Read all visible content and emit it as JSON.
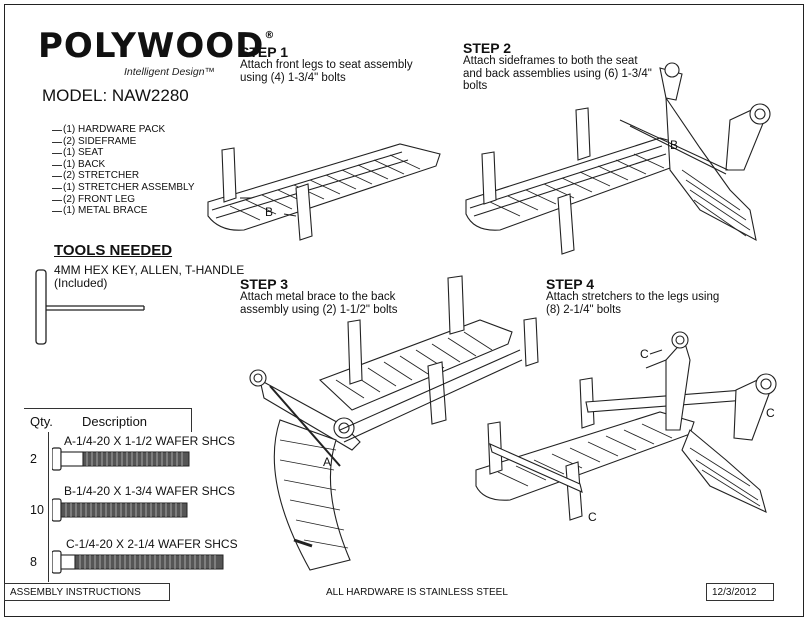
{
  "brand": {
    "name": "POLYWOOD",
    "registered": "®",
    "tagline": "Intelligent Design™"
  },
  "model": "MODEL: NAW2280",
  "parts": [
    "(1) HARDWARE PACK",
    "(2) SIDEFRAME",
    "(1) SEAT",
    "(1) BACK",
    "(2) STRETCHER",
    "(1) STRETCHER ASSEMBLY",
    "(2) FRONT LEG",
    "(1) METAL BRACE"
  ],
  "tools": {
    "title": "TOOLS NEEDED",
    "line1": "4MM HEX KEY, ALLEN, T-HANDLE",
    "line2": "(Included)"
  },
  "steps": [
    {
      "title": "STEP 1",
      "desc": "Attach front legs to seat assembly using (4) 1-3/4\" bolts",
      "callouts": [
        "B"
      ]
    },
    {
      "title": "STEP 2",
      "desc": "Attach sideframes to both the seat and back assemblies using (6) 1-3/4\" bolts",
      "callouts": [
        "B"
      ]
    },
    {
      "title": "STEP 3",
      "desc": "Attach metal brace to the back assembly using (2) 1-1/2\" bolts",
      "callouts": [
        "A"
      ]
    },
    {
      "title": "STEP 4",
      "desc": "Attach stretchers to the legs using (8) 2-1/4\" bolts",
      "callouts": [
        "C",
        "C",
        "C"
      ]
    }
  ],
  "hardware": {
    "qty_header": "Qty.",
    "desc_header": "Description",
    "items": [
      {
        "qty": "2",
        "label": "A-1/4-20 X 1-1/2 WAFER SHCS"
      },
      {
        "qty": "10",
        "label": "B-1/4-20 X 1-3/4 WAFER SHCS"
      },
      {
        "qty": "8",
        "label": "C-1/4-20 X 2-1/4 WAFER SHCS"
      }
    ]
  },
  "footer": {
    "left": "ASSEMBLY INSTRUCTIONS",
    "center": "ALL HARDWARE IS STAINLESS STEEL",
    "date": "12/3/2012"
  }
}
